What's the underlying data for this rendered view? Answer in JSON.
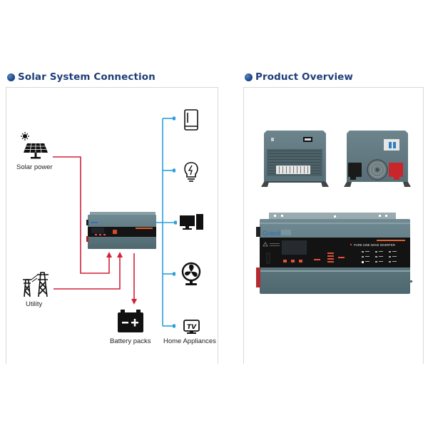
{
  "sections": {
    "solar_connection": {
      "title": "Solar System Connection"
    },
    "product_overview": {
      "title": "Product Overview"
    }
  },
  "diagram": {
    "sources": [
      {
        "id": "solar",
        "label": "Solar power",
        "icon": "solar-panel-icon"
      },
      {
        "id": "utility",
        "label": "Utility",
        "icon": "power-tower-icon"
      }
    ],
    "center": {
      "label": "",
      "icon": "inverter-icon"
    },
    "storage": {
      "label": "Battery packs",
      "icon": "battery-icon"
    },
    "loads": {
      "label": "Home Appliances",
      "items": [
        {
          "icon": "refrigerator-icon"
        },
        {
          "icon": "light-bulb-icon"
        },
        {
          "icon": "computer-icon"
        },
        {
          "icon": "fan-icon"
        },
        {
          "icon": "tv-icon",
          "text": "TV"
        }
      ]
    },
    "colors": {
      "input_line": "#d3213a",
      "output_line": "#2a9fd8",
      "title": "#1f3f78"
    }
  },
  "product": {
    "images": [
      {
        "name": "inverter-front-view"
      },
      {
        "name": "inverter-rear-view"
      },
      {
        "name": "inverter-top-view"
      }
    ],
    "brand": "Grand",
    "panel_heading": "PURE SINE WAVE INVERTER"
  }
}
